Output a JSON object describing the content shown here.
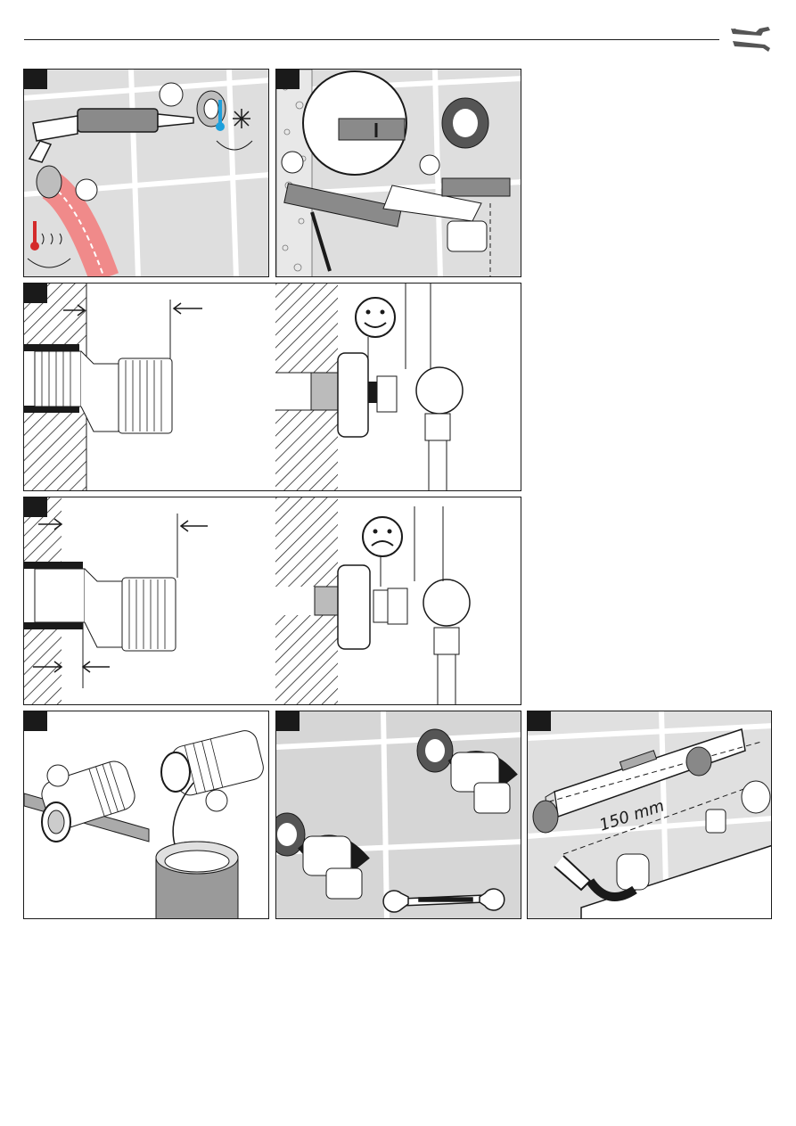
{
  "header": {
    "icon": "wrench-screwdriver-icon"
  },
  "panels": [
    {
      "id": "step-seal-temperature",
      "icon_cold": "snowflake-icon",
      "icon_hot": "thermometer-icon"
    },
    {
      "id": "step-cut-pipe"
    },
    {
      "id": "step-correct-depth",
      "face": "happy-face-icon"
    },
    {
      "id": "step-incorrect-depth",
      "face": "sad-face-icon"
    },
    {
      "id": "step-thread-seal"
    },
    {
      "id": "step-tighten-eccentric",
      "tool": "open-end-wrench-icon"
    },
    {
      "id": "step-level-mount",
      "measurement": "150 mm"
    }
  ],
  "colors": {
    "ink": "#1a1a1a",
    "tile": "#dcdcdc",
    "hose": "#f08a8a",
    "cold": "#1ea0dc",
    "hot": "#d42a2a"
  }
}
